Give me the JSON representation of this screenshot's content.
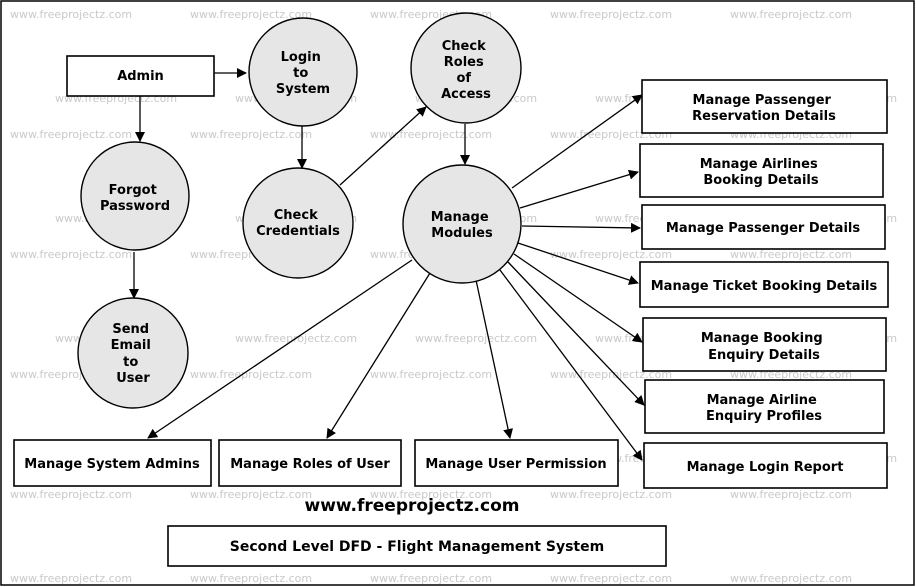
{
  "watermark": "www.freeprojectz.com",
  "entities": {
    "admin": "Admin",
    "manage_passenger_reservation": [
      "Manage Passenger",
      "Reservation Details"
    ],
    "manage_airlines_booking": [
      "Manage Airlines",
      "Booking Details"
    ],
    "manage_passenger_details": [
      "Manage Passenger Details"
    ],
    "manage_ticket_booking": [
      "Manage Ticket Booking Details"
    ],
    "manage_booking_enquiry": [
      "Manage Booking",
      "Enquiry Details"
    ],
    "manage_airline_enquiry": [
      "Manage Airline",
      "Enquiry Profiles"
    ],
    "manage_login_report": [
      "Manage Login Report"
    ],
    "manage_system_admins": [
      "Manage System Admins"
    ],
    "manage_roles_of_user": [
      "Manage Roles of User"
    ],
    "manage_user_permission": [
      "Manage User Permission"
    ]
  },
  "processes": {
    "login_to_system": [
      "Login",
      "to",
      "System"
    ],
    "check_roles_of_access": [
      "Check",
      "Roles",
      "of",
      "Access"
    ],
    "forgot_password": [
      "Forgot",
      "Password"
    ],
    "check_credentials": [
      "Check",
      "Credentials"
    ],
    "manage_modules": [
      "Manage",
      "Modules"
    ],
    "send_email_to_user": [
      "Send",
      "Email",
      "to",
      "User"
    ]
  },
  "footer": {
    "site": "www.freeprojectz.com",
    "title": "Second Level DFD - Flight Management System"
  }
}
